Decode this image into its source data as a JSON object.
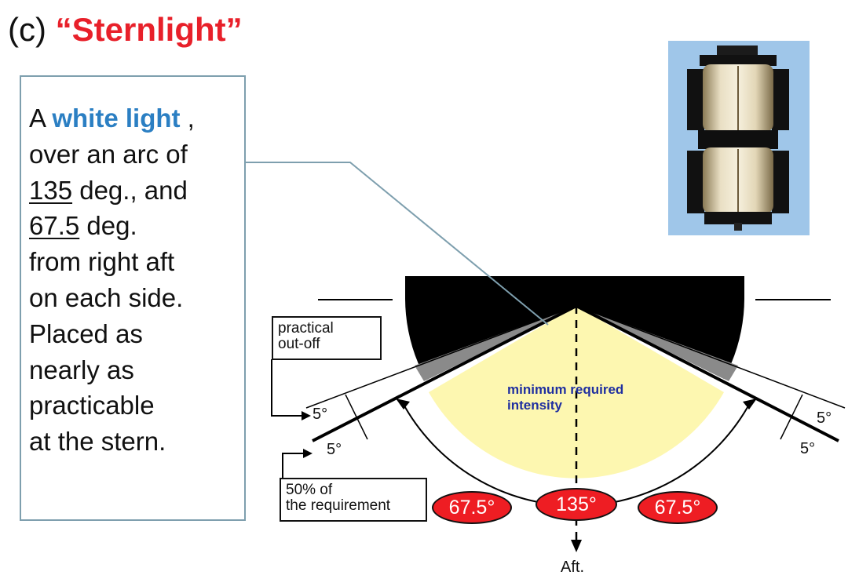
{
  "title": {
    "prefix": "(c) ",
    "name": "“Sternlight”"
  },
  "description": {
    "l1_a": "A ",
    "l1_b": "white light",
    "l1_c": " ,",
    "l2": "over an arc of",
    "l3_num": "135",
    "l3_rest": " deg., and",
    "l4_num": "67.5",
    "l4_rest": " deg.",
    "l5": "from right aft",
    "l6": "on each side.",
    "l7": "Placed as",
    "l8": "nearly as",
    "l9": "practicable",
    "l10": "at the stern."
  },
  "diagram": {
    "cutoff_label": [
      "practical",
      "out-off"
    ],
    "fifty_label": [
      "50% of",
      "the requirement"
    ],
    "inner_label": [
      "minimum required",
      "intensity"
    ],
    "deg_left_upper": "5°",
    "deg_left_lower": "5°",
    "deg_right_upper": "5°",
    "deg_right_lower": "5°",
    "arc_left": "67.5°",
    "arc_center": "135°",
    "arc_right": "67.5°",
    "aft_label": "Aft."
  },
  "colors": {
    "title_accent": "#e8202a",
    "highlight_text": "#2b7fc3",
    "light_sector": "#fdf7b0",
    "oval_fill": "#ee1d23",
    "inner_label": "#1f2fa0"
  }
}
